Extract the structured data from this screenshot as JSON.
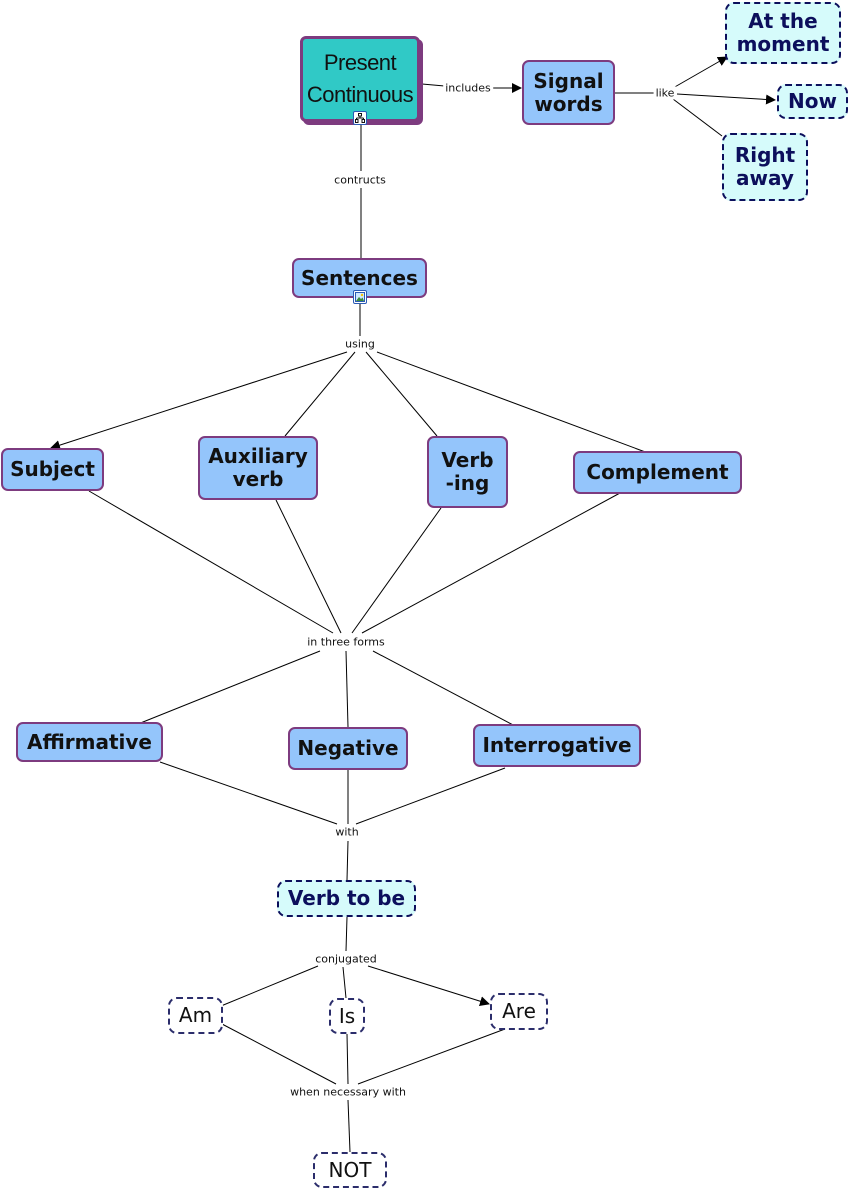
{
  "nodes": {
    "present_continuous": "Present\nContinuous",
    "signal_words": "Signal\nwords",
    "at_the_moment": "At the\nmoment",
    "now": "Now",
    "right_away": "Right\naway",
    "sentences": "Sentences",
    "subject": "Subject",
    "auxiliary_verb": "Auxiliary\nverb",
    "verb_ing": "Verb\n-ing",
    "complement": "Complement",
    "affirmative": "Affirmative",
    "negative": "Negative",
    "interrogative": "Interrogative",
    "verb_to_be": "Verb to be",
    "am": "Am",
    "is": "Is",
    "are": "Are",
    "not": "NOT"
  },
  "links": {
    "includes": "includes",
    "like": "like",
    "contructs": "contructs",
    "using": "using",
    "in_three_forms": "in three forms",
    "with": "with",
    "conjugated": "conjugated",
    "when_necessary_with": "when necessary with"
  },
  "icons": {
    "root_badge": "hierarchy-icon",
    "sentences_badge": "image-icon"
  },
  "colors": {
    "concept_fill": "#94c5fb",
    "concept_border": "#7d3b7f",
    "root_fill": "#30c9c6",
    "dashed_fill": "#d6fbfb",
    "dashed_text": "#0c0f5c"
  }
}
